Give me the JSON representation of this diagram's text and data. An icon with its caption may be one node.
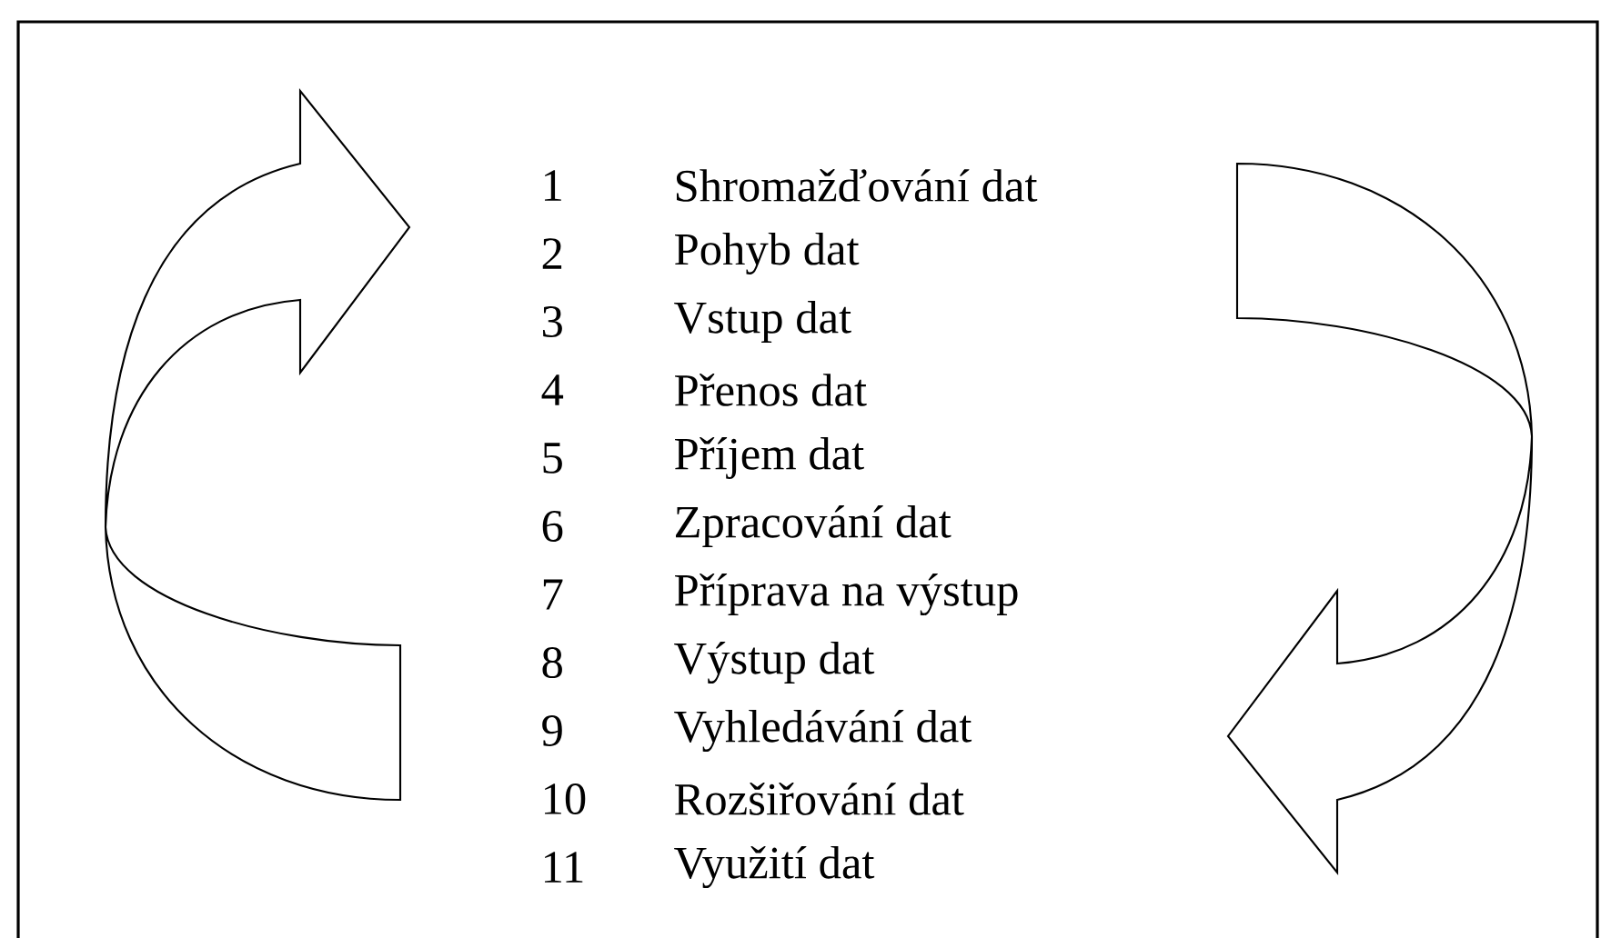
{
  "diagram": {
    "labels": [
      "1",
      "Shromažďování dat",
      "2",
      "Pohyb dat",
      "3",
      "Vstup dat",
      "4",
      "Přenos dat",
      "5",
      "Příjem dat",
      "6",
      "Zpracování dat",
      "7",
      "Příprava na výstup",
      "8",
      "Výstup dat",
      "9",
      "Vyhledávání dat",
      "10",
      "Rozšiřování dat",
      "11",
      "Využití dat"
    ]
  }
}
